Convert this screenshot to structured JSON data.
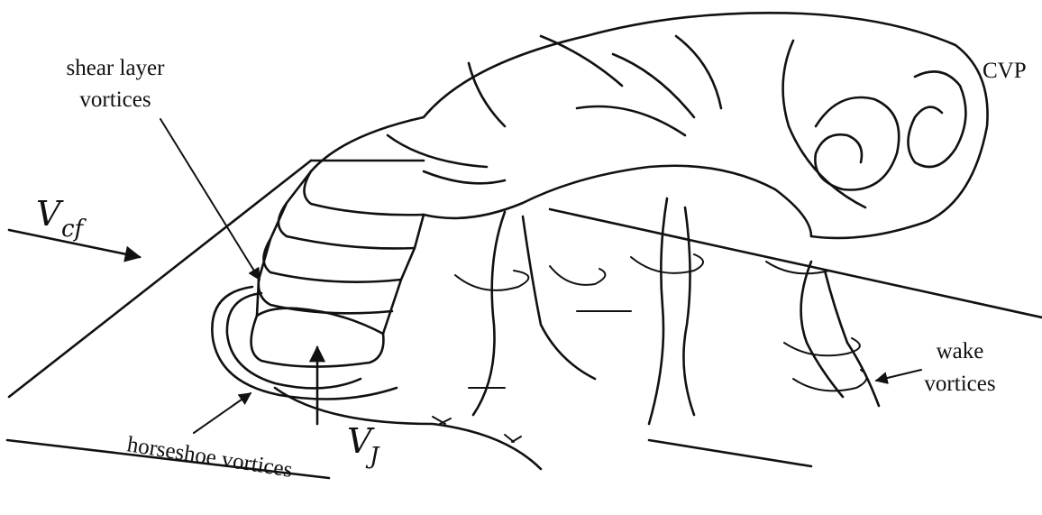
{
  "labels": {
    "shear_layer_line1": "shear layer",
    "shear_layer_line2": "vortices",
    "cvp": "CVP",
    "vcf_main": "V",
    "vcf_sub": "cf",
    "vj_main": "V",
    "vj_sub": "J",
    "wake_line1": "wake",
    "wake_line2": "vortices",
    "horseshoe": "horseshoe vortices"
  }
}
